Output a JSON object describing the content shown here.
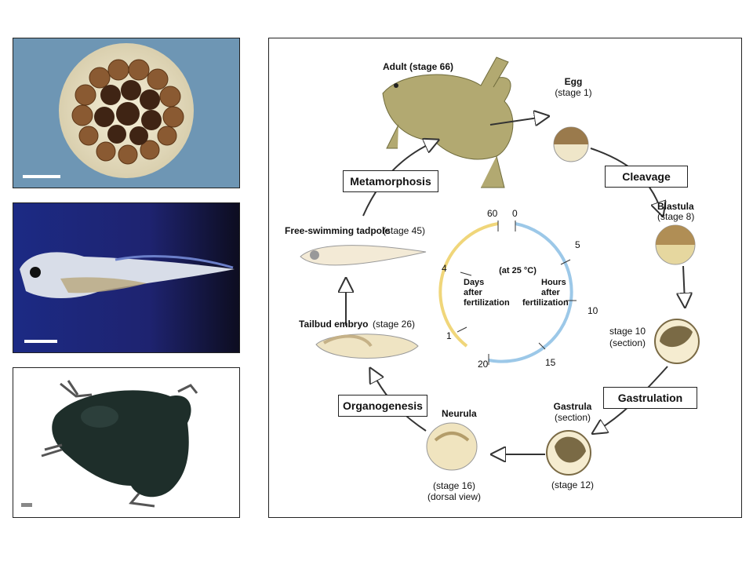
{
  "photos": [
    {
      "name": "egg-cleavage-photo"
    },
    {
      "name": "tadpole-photo"
    },
    {
      "name": "adult-frog-photo"
    }
  ],
  "stages": {
    "adult": "Adult (stage 66)",
    "egg": "Egg",
    "egg_stage": "(stage 1)",
    "blastula": "Blastula",
    "blastula_stage": "(stage 8)",
    "stage10": "stage 10",
    "stage10_note": "(section)",
    "gastrula": "Gastrula",
    "gastrula_note": "(section)",
    "gastrula_stage": "(stage 12)",
    "neurula": "Neurula",
    "neurula_stage": "(stage 16)",
    "neurula_view": "(dorsal view)",
    "tailbud": "Tailbud embryo",
    "tailbud_stage": "(stage 26)",
    "tadpole": "Free-swimming tadpole",
    "tadpole_stage": "(stage 45)"
  },
  "processes": {
    "cleavage": "Cleavage",
    "gastrulation": "Gastrulation",
    "organogenesis": "Organogenesis",
    "metamorphosis": "Metamorphosis"
  },
  "clock": {
    "temperature": "(at 25 °C)",
    "days_label": [
      "Days",
      "after",
      "fertilization"
    ],
    "hours_label": [
      "Hours",
      "after",
      "fertilization"
    ],
    "days_ticks": [
      "60",
      "4",
      "1"
    ],
    "hours_ticks": [
      "0",
      "5",
      "10",
      "15",
      "20"
    ],
    "days_color": "#f0d67a",
    "hours_color": "#9cc8e8"
  }
}
